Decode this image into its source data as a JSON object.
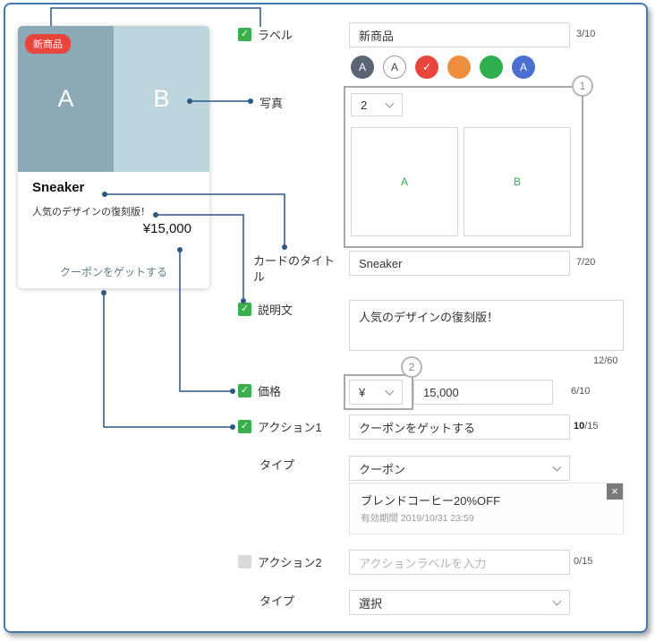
{
  "icons": {
    "check": "✓",
    "close": "×"
  },
  "colors": {
    "frame_border": "#4679b2",
    "connector_line": "#2a5783",
    "checkbox_on": "#3aaf4c",
    "badge_bg": "#e8453c",
    "image_a_bg": "#8ba9b6",
    "image_b_bg": "#bdd5dd",
    "placeholder_letter": "#3aaf4c"
  },
  "preview_card": {
    "badge": "新商品",
    "image_a_label": "A",
    "image_b_label": "B",
    "title": "Sneaker",
    "description": "人気のデザインの復刻版！",
    "price": "¥15,000",
    "action_link": "クーポンをゲットする"
  },
  "form": {
    "label_row": {
      "label": "ラベル",
      "value": "新商品",
      "counter": "3/10"
    },
    "badge_colors": [
      {
        "name": "dark-gray",
        "color": "#5a6472",
        "letter": "A",
        "text_color": "#ffffff"
      },
      {
        "name": "white",
        "color": "#ffffff",
        "letter": "A",
        "text_color": "#444444",
        "border": "#9b9b9b"
      },
      {
        "name": "red-selected",
        "color": "#e8453c",
        "letter": "✓",
        "text_color": "#ffffff"
      },
      {
        "name": "orange",
        "color": "#ee8f40",
        "letter": "",
        "text_color": "#ffffff"
      },
      {
        "name": "green",
        "color": "#2fae4e",
        "letter": "",
        "text_color": "#ffffff"
      },
      {
        "name": "blue",
        "color": "#4a6fd0",
        "letter": "A",
        "text_color": "#ffffff"
      }
    ],
    "photo_row": {
      "label": "写真",
      "count_value": "2",
      "group_number": "1",
      "placeholder_a": "A",
      "placeholder_b": "B"
    },
    "title_row": {
      "label": "カードのタイトル",
      "value": "Sneaker",
      "counter": "7/20"
    },
    "description_row": {
      "label": "説明文",
      "value": "人気のデザインの復刻版！",
      "counter": "12/60"
    },
    "price_row": {
      "label": "価格",
      "currency": "¥",
      "value": "15,000",
      "counter": "6/10",
      "group_number": "2"
    },
    "action1_row": {
      "label": "アクション1",
      "value": "クーポンをゲットする",
      "counter_current": "10",
      "counter_rest": "/15"
    },
    "action1_type": {
      "label": "タイプ",
      "value": "クーポン"
    },
    "coupon": {
      "title": "ブレンドコーヒー20%OFF",
      "period": "有効期間 2019/10/31 23:59"
    },
    "action2_row": {
      "label": "アクション2",
      "placeholder": "アクションラベルを入力",
      "counter": "0/15"
    },
    "action2_type": {
      "label": "タイプ",
      "value": "選択"
    }
  }
}
